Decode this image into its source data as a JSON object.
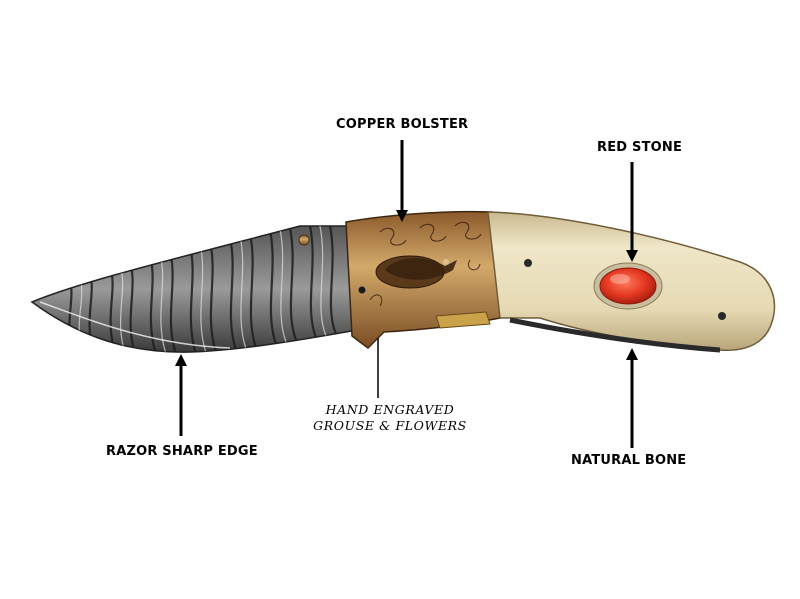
{
  "labels": {
    "copper_bolster": "COPPER BOLSTER",
    "red_stone": "RED STONE",
    "razor_edge": "RAZOR SHARP EDGE",
    "engraved_line1": "HAND ENGRAVED",
    "engraved_line2": "GROUSE & FLOWERS",
    "natural_bone": "NATURAL BONE"
  },
  "colors": {
    "background": "#ffffff",
    "label_text": "#000000",
    "bone_handle": "#e8dcb8",
    "red_stone": "#e53822",
    "copper": "#b98a4a",
    "damascus_dark": "#2b2b2b",
    "damascus_light": "#d8d8d8"
  }
}
